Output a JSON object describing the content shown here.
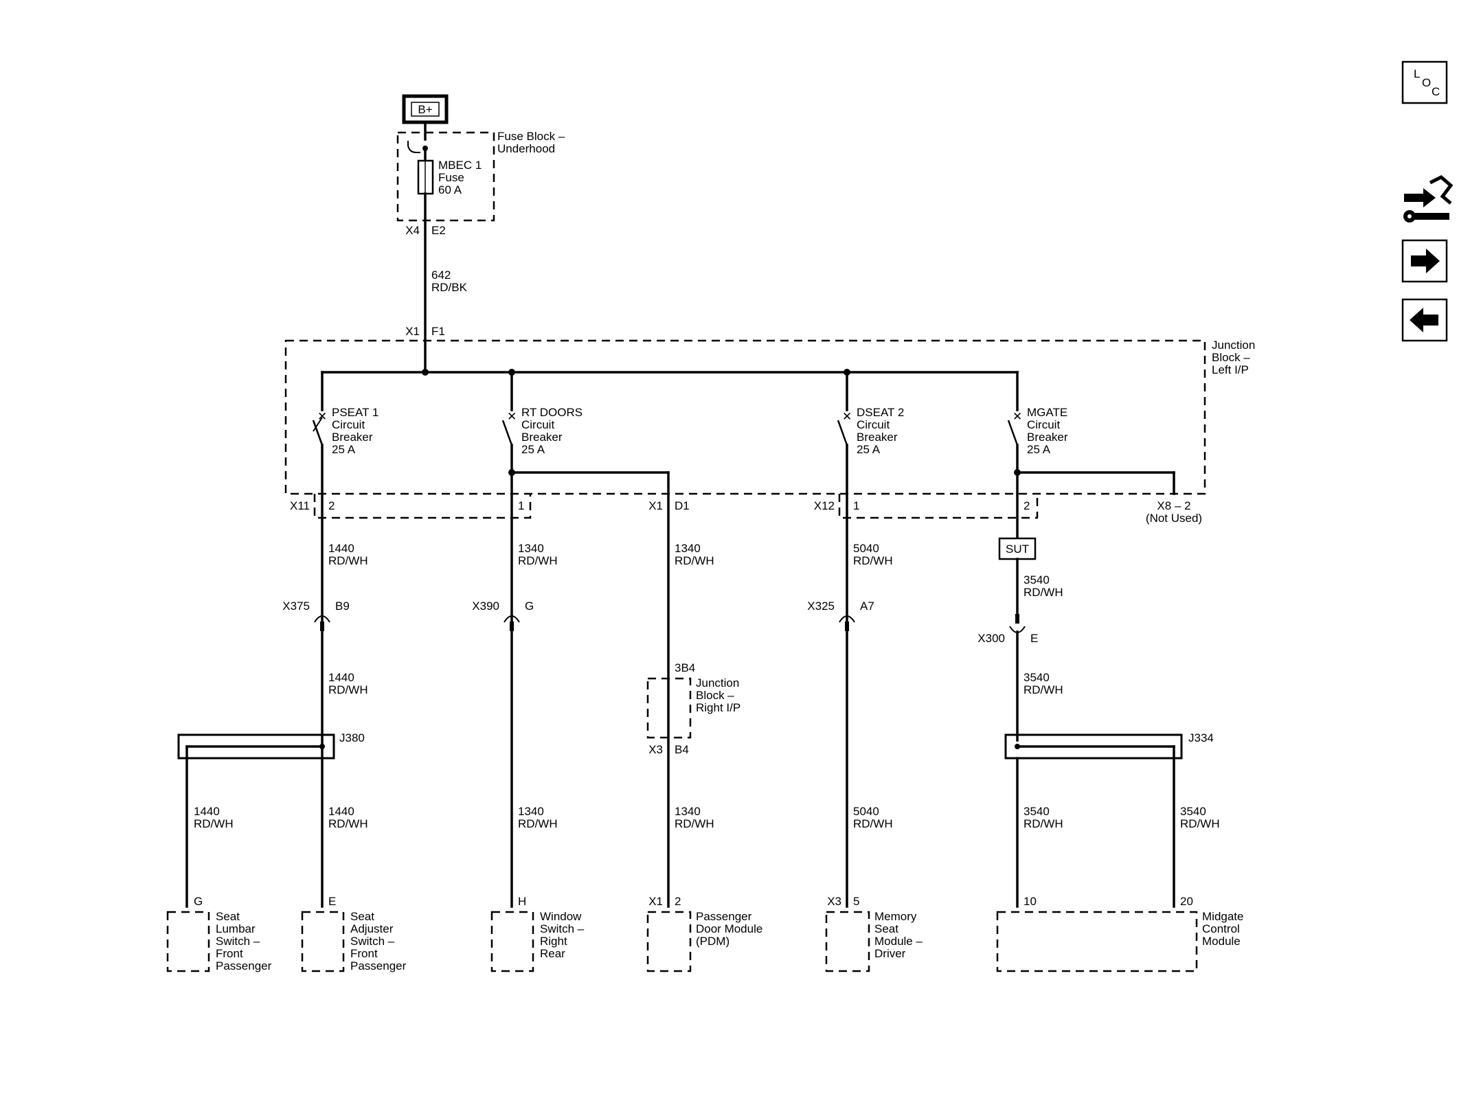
{
  "supply": {
    "label": "B+"
  },
  "fuse_block": {
    "name": [
      "Fuse Block –",
      "Underhood"
    ],
    "fuse": [
      "MBEC 1",
      "Fuse",
      "60 A"
    ],
    "conn": "X4",
    "pin": "E2"
  },
  "feed_wire": {
    "circuit": "642",
    "color": "RD/BK"
  },
  "junction_left": {
    "name": [
      "Junction",
      "Block –",
      "Left I/P"
    ],
    "in_conn": "X1",
    "in_pin": "F1"
  },
  "breakers": {
    "pseat": [
      "PSEAT 1",
      "Circuit",
      "Breaker",
      "25 A"
    ],
    "rtdoors": [
      "RT DOORS",
      "Circuit",
      "Breaker",
      "25 A"
    ],
    "dseat": [
      "DSEAT 2",
      "Circuit",
      "Breaker",
      "25 A"
    ],
    "mgate": [
      "MGATE",
      "Circuit",
      "Breaker",
      "25 A"
    ]
  },
  "out_conn": {
    "x11": "X11",
    "x11_pin2": "2",
    "x11_pin1": "1",
    "x1": "X1",
    "x1_pin": "D1",
    "x12": "X12",
    "x12_pin1": "1",
    "x12_pin2": "2",
    "x8": "X8 – 2",
    "x8_note": "(Not Used)"
  },
  "sut": "SUT",
  "wires": {
    "w1440a": [
      "1440",
      "RD/WH"
    ],
    "w1340a": [
      "1340",
      "RD/WH"
    ],
    "w1340b": [
      "1340",
      "RD/WH"
    ],
    "w5040a": [
      "5040",
      "RD/WH"
    ],
    "w3540a": [
      "3540",
      "RD/WH"
    ],
    "w1440b": [
      "1440",
      "RD/WH"
    ],
    "w3540b": [
      "3540",
      "RD/WH"
    ],
    "w1440c": [
      "1440",
      "RD/WH"
    ],
    "w1440d": [
      "1440",
      "RD/WH"
    ],
    "w1340c": [
      "1340",
      "RD/WH"
    ],
    "w1340d": [
      "1340",
      "RD/WH"
    ],
    "w5040b": [
      "5040",
      "RD/WH"
    ],
    "w3540c": [
      "3540",
      "RD/WH"
    ],
    "w3540d": [
      "3540",
      "RD/WH"
    ]
  },
  "inline": {
    "x375": "X375",
    "x375_pin": "B9",
    "x390": "X390",
    "x390_pin": "G",
    "x325": "X325",
    "x325_pin": "A7",
    "x300": "X300",
    "x300_pin": "E"
  },
  "junction_right": {
    "top_pin": "3B4",
    "name": [
      "Junction",
      "Block –",
      "Right I/P"
    ],
    "conn": "X3",
    "pin": "B4"
  },
  "splices": {
    "j380": "J380",
    "j334": "J334"
  },
  "modules": {
    "lumbar": {
      "pin": "G",
      "name": [
        "Seat",
        "Lumbar",
        "Switch –",
        "Front",
        "Passenger"
      ]
    },
    "adjuster": {
      "pin": "E",
      "name": [
        "Seat",
        "Adjuster",
        "Switch –",
        "Front",
        "Passenger"
      ]
    },
    "window": {
      "pin": "H",
      "name": [
        "Window",
        "Switch –",
        "Right",
        "Rear"
      ]
    },
    "pdm": {
      "conn": "X1",
      "pin": "2",
      "name": [
        "Passenger",
        "Door Module",
        "(PDM)"
      ]
    },
    "memory": {
      "conn": "X3",
      "pin": "5",
      "name": [
        "Memory",
        "Seat",
        "Module –",
        "Driver"
      ]
    },
    "midgate": {
      "pin_a": "10",
      "pin_b": "20",
      "name": [
        "Midgate",
        "Control",
        "Module"
      ]
    }
  },
  "nav": {
    "loc": [
      "L",
      "O",
      "C"
    ],
    "icons": [
      "component-locator-icon",
      "circuit-info-icon",
      "next-page-icon",
      "previous-page-icon"
    ]
  }
}
